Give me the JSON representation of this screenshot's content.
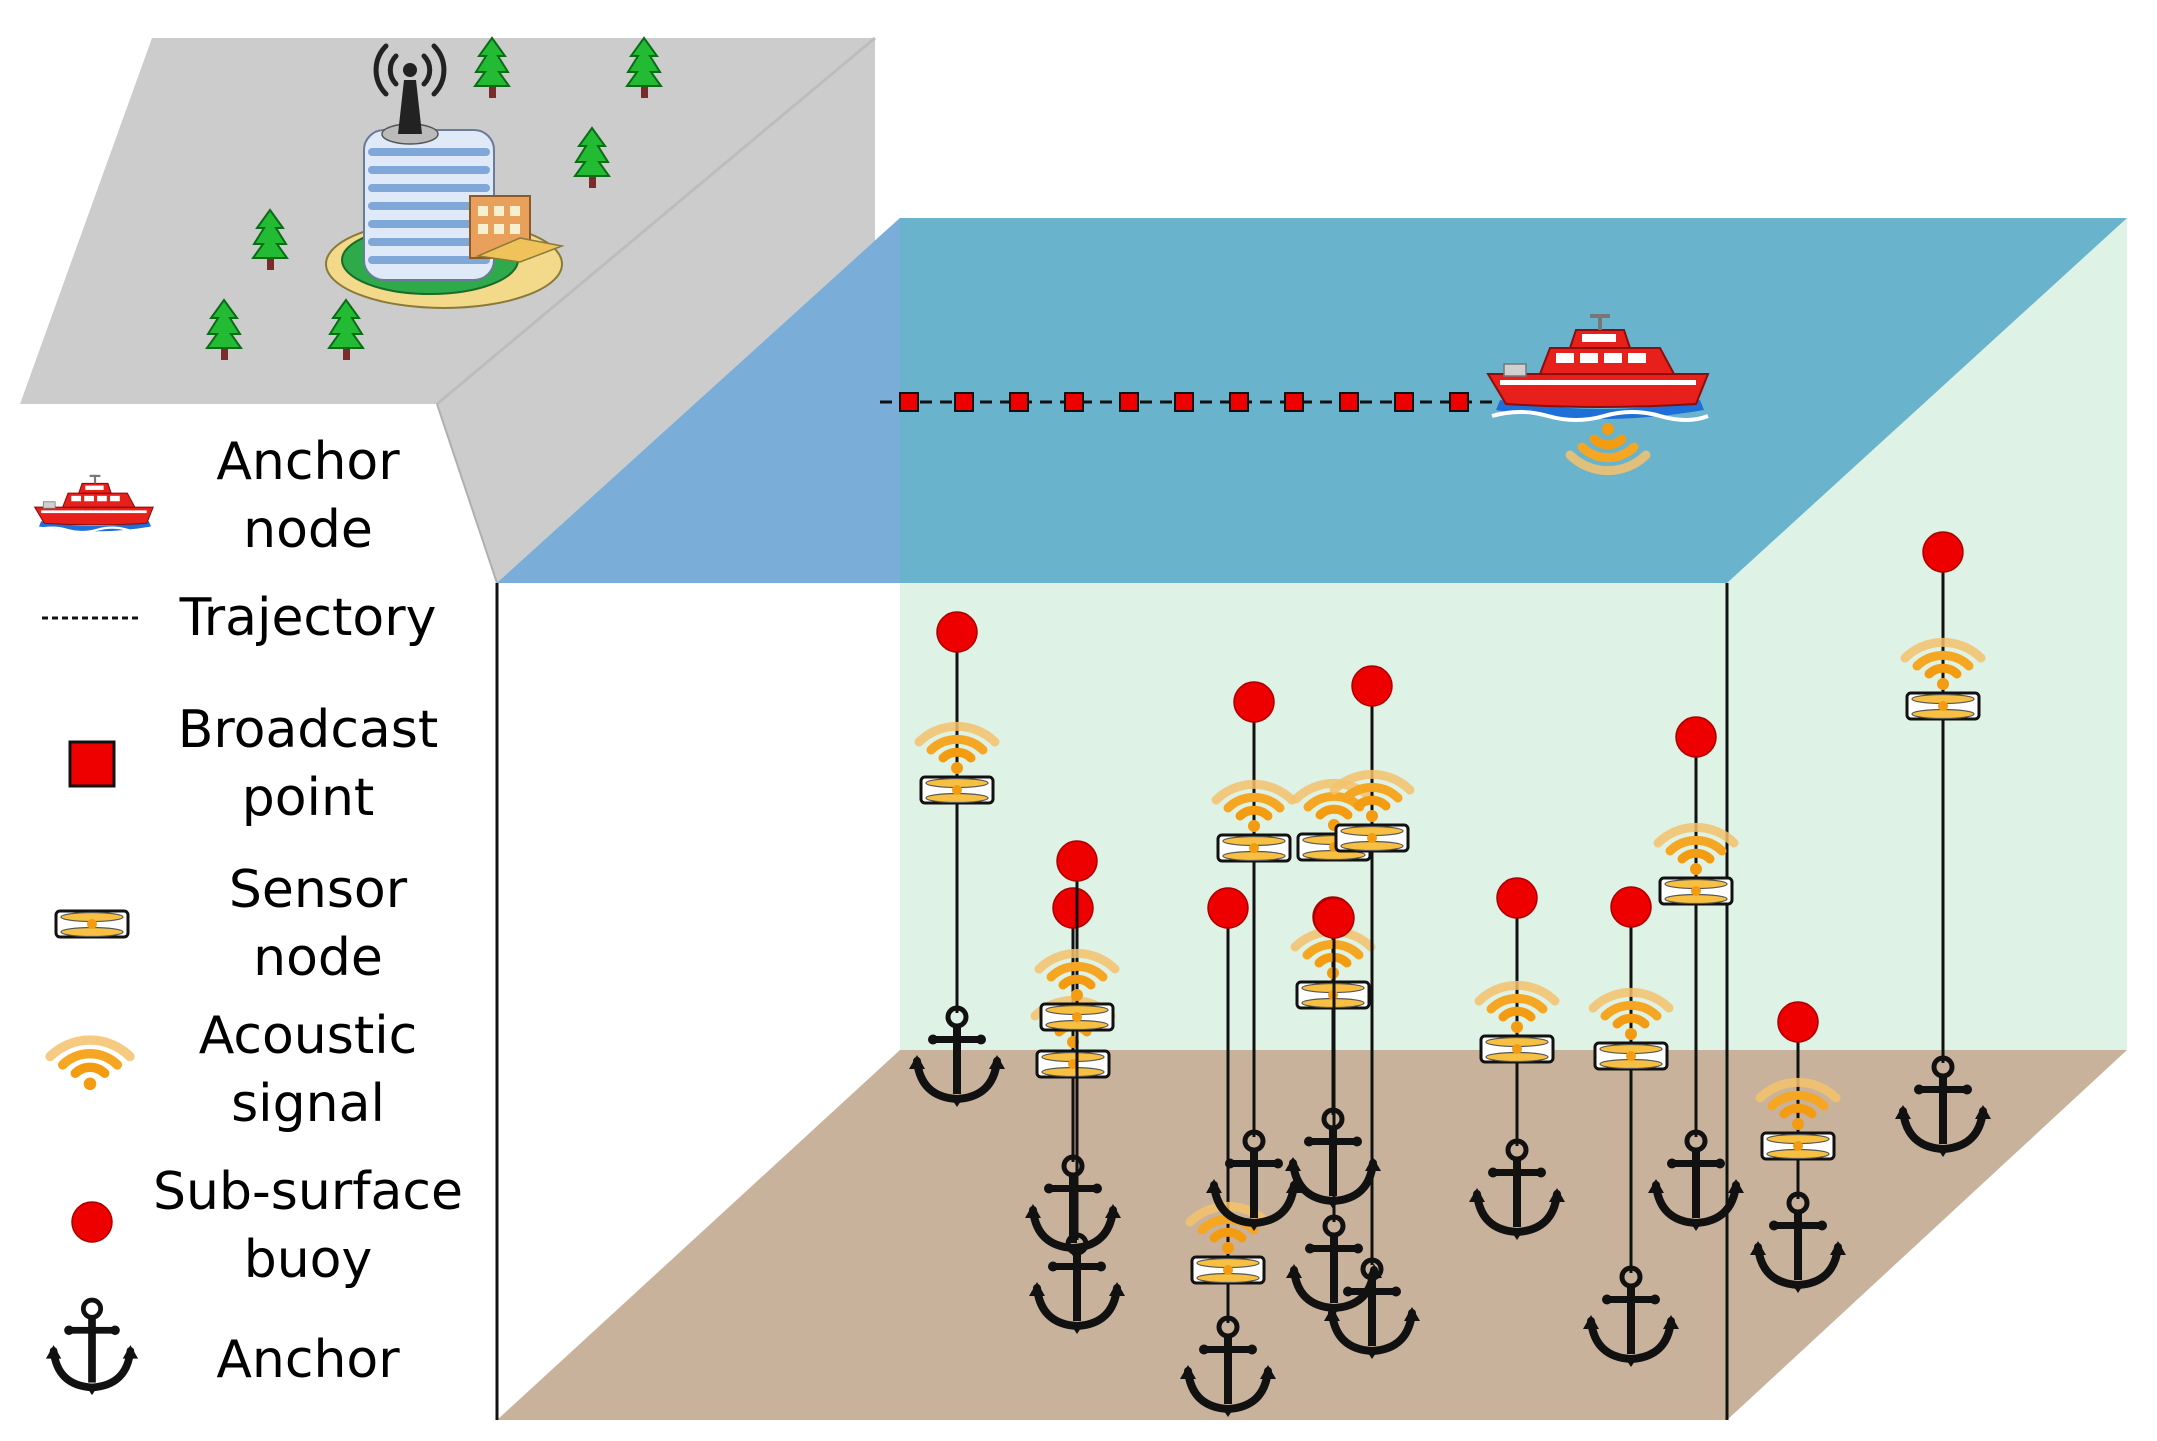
{
  "colors": {
    "land": "#cccccc",
    "land_edge": "#b5b5b5",
    "water_surface_front": "#7aadd8",
    "water_surface_back": "#6ab3cc",
    "water_volume": "#def2e6",
    "seabed": "#c9b29c",
    "buoy": "#ee0000",
    "broadcast_point": "#ee0000",
    "signal": "#f5a623",
    "anchor": "#111111",
    "tree": "#22bb33"
  },
  "legend": {
    "anchor_node": "Anchor\nnode",
    "trajectory": "Trajectory",
    "broadcast_point": "Broadcast\npoint",
    "sensor_node": "Sensor\nnode",
    "acoustic_signal": "Acoustic\nsignal",
    "subsurface_buoy": "Sub-surface\nbuoy",
    "anchor": "Anchor"
  },
  "icons": {
    "ship": "ship-icon",
    "base_station": "base-station-building-icon",
    "tree": "tree-icon",
    "sensor": "sensor-node-icon",
    "signal": "acoustic-signal-icon",
    "buoy": "buoy-icon",
    "anchor": "anchor-icon"
  }
}
